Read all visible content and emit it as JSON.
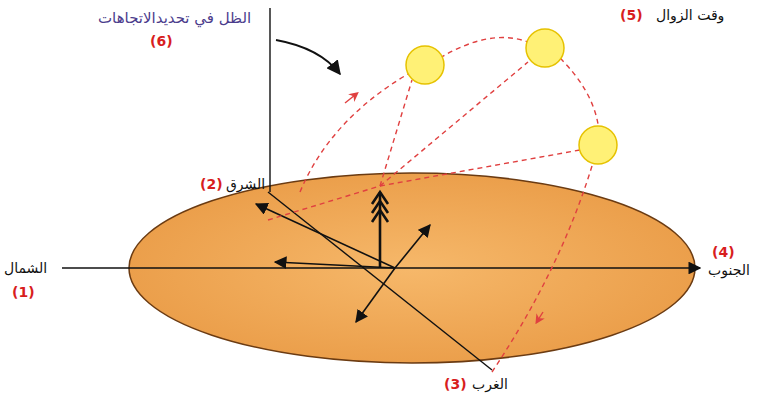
{
  "diagram": {
    "title": "الظل في تحديدالاتجاهات",
    "labels": [
      "(6)",
      "(5)",
      "وقت الزوال",
      "(2)",
      "الشرق",
      "(1)",
      "الشمال",
      "(4)",
      "الجنوب",
      "(3)",
      "الغرب"
    ]
  }
}
